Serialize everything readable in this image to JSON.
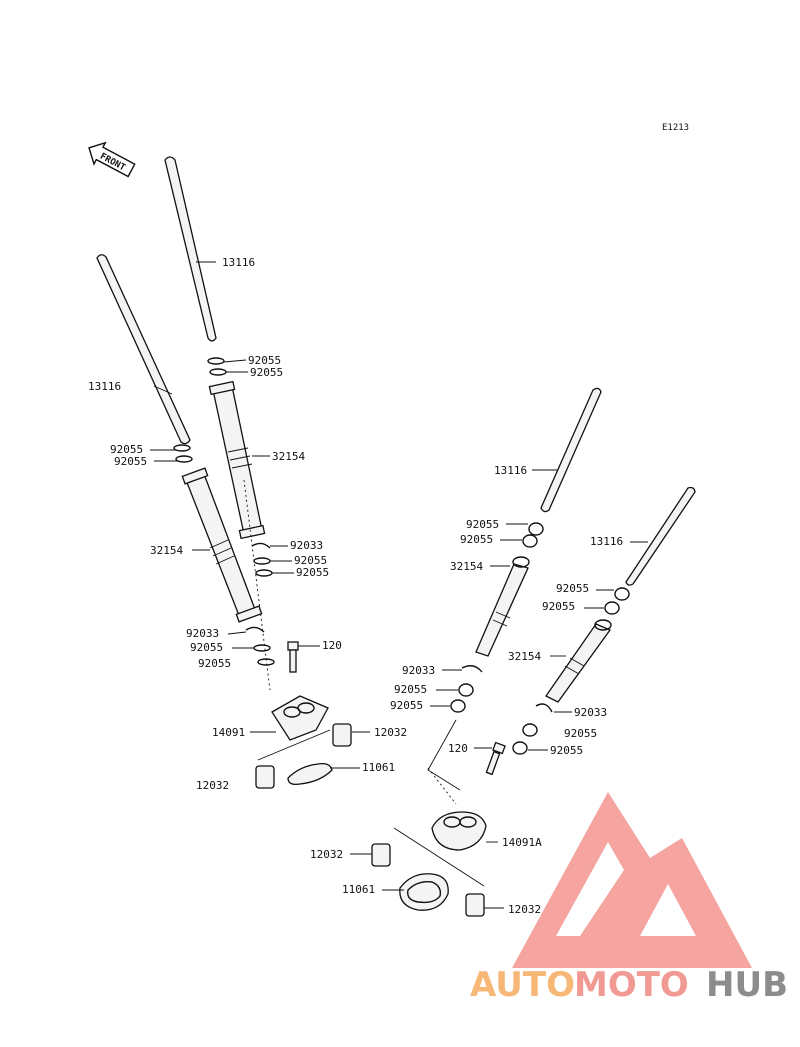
{
  "diagram_code": "E1213",
  "front_marker": "FRONT",
  "watermark": {
    "part1": "AUTO",
    "part2": "MOTO",
    "part3": "HUB"
  },
  "labels": {
    "pushrod_a": "13116",
    "pushrod_b": "13116",
    "pushrod_c": "13116",
    "pushrod_d": "13116",
    "washer_1": "92055",
    "washer_2": "92055",
    "washer_3": "92055",
    "washer_4": "92055",
    "washer_5": "92055",
    "washer_6": "92055",
    "washer_7": "92055",
    "washer_8": "92055",
    "washer_9": "92055",
    "washer_10": "92055",
    "washer_11": "92055",
    "washer_12": "92055",
    "washer_13": "92055",
    "washer_14": "92055",
    "washer_15": "92055",
    "washer_16": "92055",
    "cover_a": "32154",
    "cover_b": "32154",
    "cover_c": "32154",
    "cover_d": "32154",
    "clip_a": "92033",
    "clip_b": "92033",
    "clip_c": "92033",
    "clip_d": "92033",
    "bolt_a": "120",
    "bolt_b": "120",
    "holder_a": "14091",
    "holder_b": "14091A",
    "dowel_a": "12032",
    "dowel_b": "12032",
    "dowel_c": "12032",
    "dowel_d": "12032",
    "gasket_a": "11061",
    "gasket_b": "11061"
  },
  "colors": {
    "line": "#111111",
    "watermark_red": "#ee5a52",
    "watermark_orange": "#f6b777",
    "watermark_gray": "#8c8c8c"
  }
}
